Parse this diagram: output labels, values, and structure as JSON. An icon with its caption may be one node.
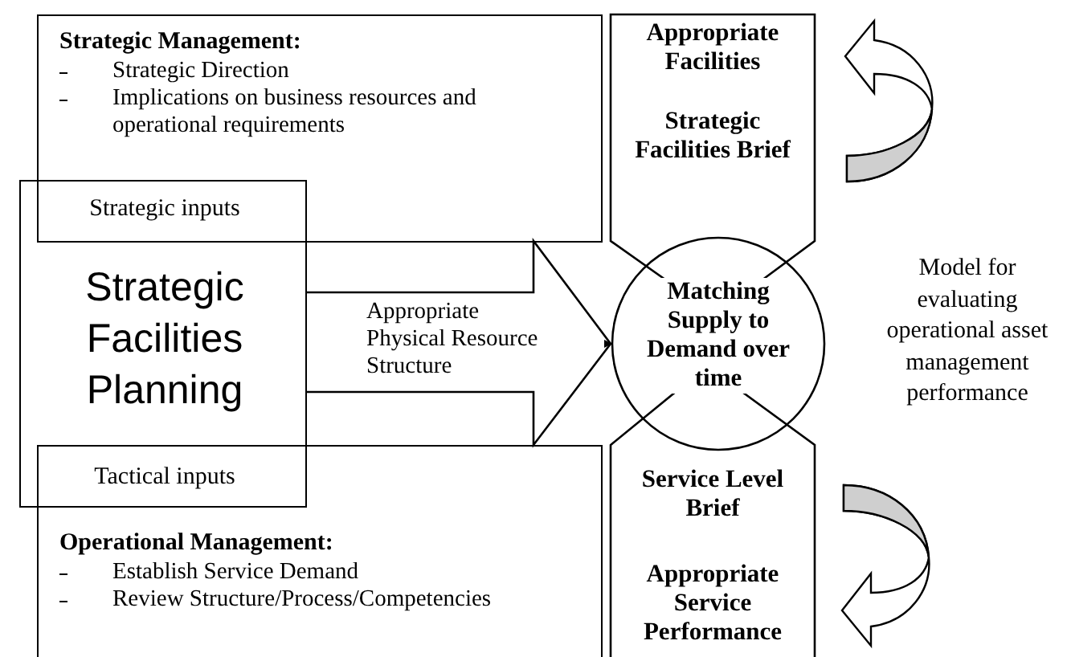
{
  "diagram": {
    "nodes": [
      {
        "text": [
          "Strategic Management:",
          "Strategic Direction",
          "Implications on business resources and operational requirements"
        ]
      },
      {
        "text": [
          "Appropriate Facilities",
          "Strategic Facilities Brief"
        ]
      },
      {
        "text": [
          "Strategic inputs",
          "Strategic Facilities Planning",
          "Tactical inputs"
        ]
      },
      {
        "text": [
          "Matching Supply to Demand over time"
        ]
      },
      {
        "text": [
          "Operational Management:",
          "Establish Service Demand",
          "Review Structure/Process/Competencies"
        ]
      },
      {
        "text": [
          "Service Level Brief",
          "Appropriate Service Performance"
        ]
      }
    ],
    "edges": [
      {
        "from": 2,
        "to": 3,
        "arrow": "to",
        "label": "Appropriate Physical Resource Structure"
      }
    ],
    "labels": [
      "Model for evaluating operational asset management performance"
    ]
  }
}
